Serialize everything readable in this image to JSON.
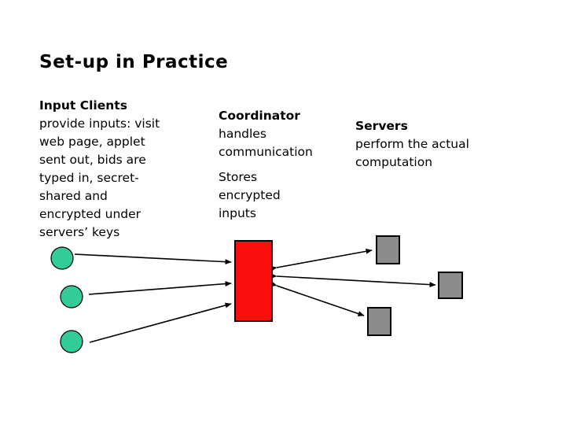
{
  "title": "Set-up in Practice",
  "clients": {
    "heading": "Input Clients",
    "lines": [
      "provide inputs: visit",
      "web page, applet",
      "sent out, bids are",
      "typed in, secret-",
      "shared and",
      "encrypted under",
      "servers’ keys"
    ]
  },
  "coordinator": {
    "heading": "Coordinator",
    "role_lines": [
      "handles",
      "communication"
    ],
    "store_lines": [
      "Stores",
      "encrypted",
      "inputs"
    ]
  },
  "servers": {
    "heading": "Servers",
    "lines": [
      "perform the actual",
      "computation"
    ]
  },
  "diagram": {
    "client_node_count": 3,
    "server_node_count": 3,
    "colors": {
      "client_fill": "#33cc99",
      "coordinator_fill": "#fa0f0f",
      "server_fill": "#8c8c8c",
      "stroke": "#000000",
      "background": "#ffffff"
    }
  }
}
